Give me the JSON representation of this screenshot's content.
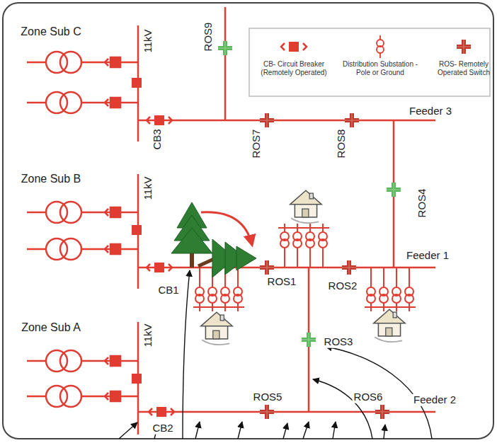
{
  "diagram": {
    "labels": [
      "Zone Sub C",
      "11kV",
      "ROS9",
      "CB3",
      "ROS7",
      "ROS8",
      "Feeder 3",
      "Zone Sub B",
      "11kV",
      "ROS4",
      "Feeder 1",
      "CB1",
      "ROS1",
      "ROS2",
      "Zone Sub A",
      "11kV",
      "ROS3",
      "ROS5",
      "ROS6",
      "Feeder 2",
      "CB2"
    ],
    "legend": [
      {
        "text": "CB- Circuit Breaker (Remotely Operated)"
      },
      {
        "text": "Distribution Substation - Pole or Ground"
      },
      {
        "text": "ROS- Remotely Operated Switch"
      }
    ]
  }
}
